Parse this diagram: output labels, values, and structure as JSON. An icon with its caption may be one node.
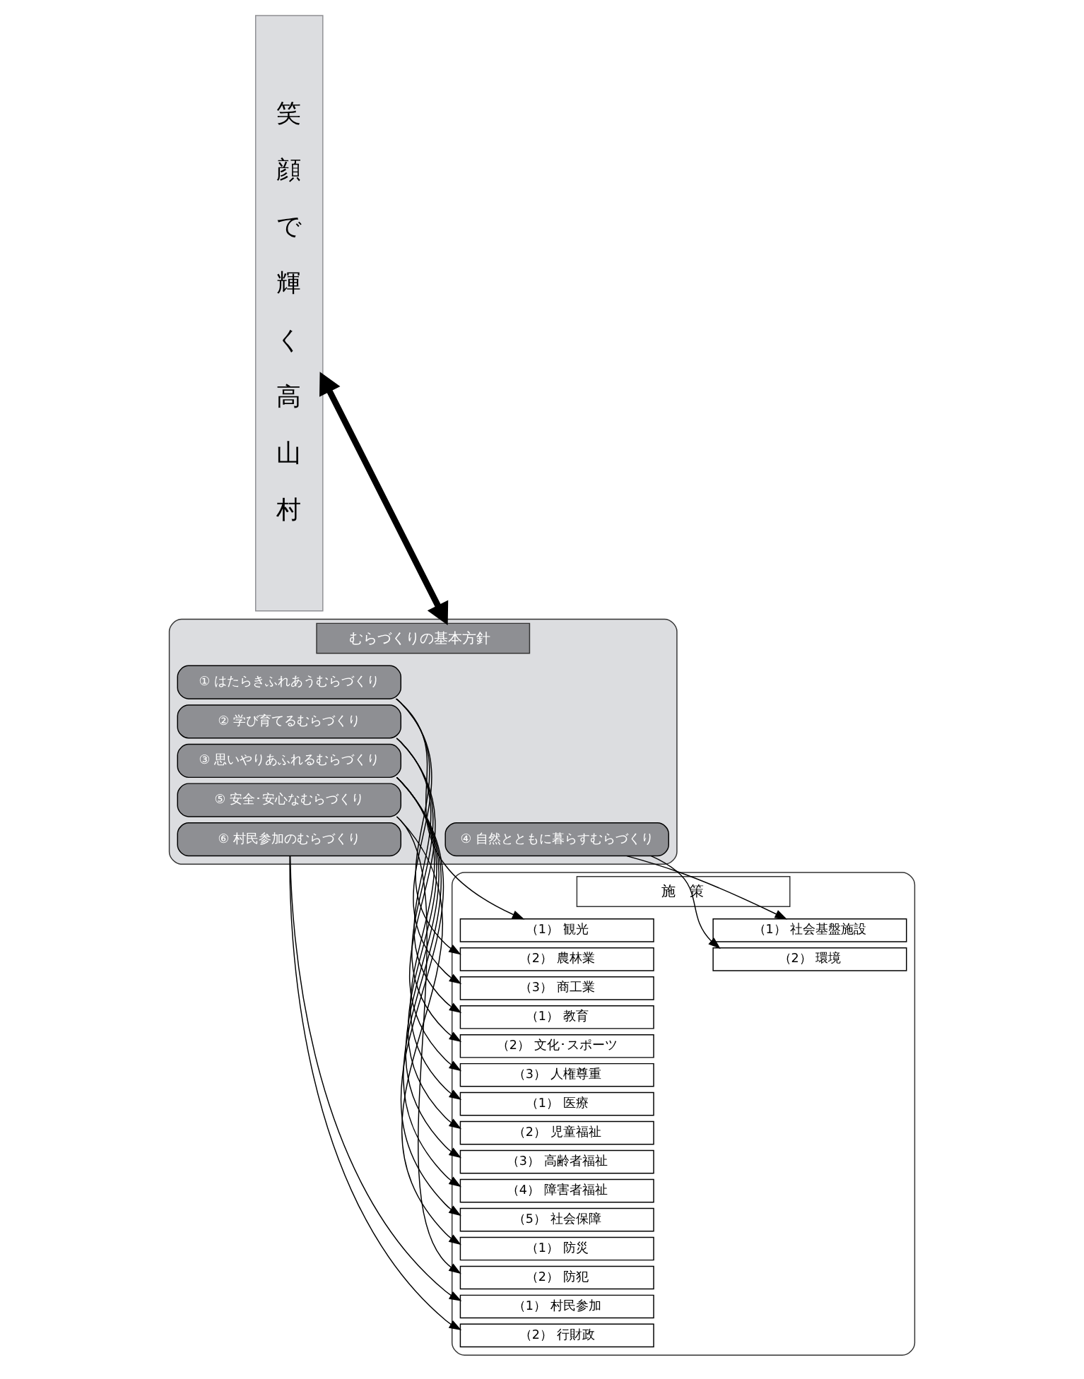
{
  "diagram": {
    "nodes": [
      {
        "text": [
          "笑顔で輝く高山村"
        ]
      },
      {
        "text": [
          "むらづくりの基本方針"
        ]
      },
      {
        "text": [
          "① はたらきふれあうむらづくり"
        ],
        "in": 1
      },
      {
        "text": [
          "② 学び育てるむらづくり"
        ],
        "in": 1
      },
      {
        "text": [
          "③ 思いやりあふれるむらづくり"
        ],
        "in": 1
      },
      {
        "text": [
          "④ 自然とともに暮らすむらづくり"
        ],
        "in": 1
      },
      {
        "text": [
          "⑤ 安全･安心なむらづくり"
        ],
        "in": 1
      },
      {
        "text": [
          "⑥ 村民参加のむらづくり"
        ],
        "in": 1
      },
      {
        "text": [
          "施　策"
        ]
      },
      {
        "text": [
          "（1） 観光"
        ],
        "in": 8
      },
      {
        "text": [
          "（2） 農林業"
        ],
        "in": 8
      },
      {
        "text": [
          "（3） 商工業"
        ],
        "in": 8
      },
      {
        "text": [
          "（1） 教育"
        ],
        "in": 8
      },
      {
        "text": [
          "（2） 文化･スポーツ"
        ],
        "in": 8
      },
      {
        "text": [
          "（3） 人権尊重"
        ],
        "in": 8
      },
      {
        "text": [
          "（1） 医療"
        ],
        "in": 8
      },
      {
        "text": [
          "（2） 児童福祉"
        ],
        "in": 8
      },
      {
        "text": [
          "（3） 高齢者福祉"
        ],
        "in": 8
      },
      {
        "text": [
          "（4） 障害者福祉"
        ],
        "in": 8
      },
      {
        "text": [
          "（5） 社会保障"
        ],
        "in": 8
      },
      {
        "text": [
          "（1） 社会基盤施設"
        ],
        "in": 8
      },
      {
        "text": [
          "（2） 環境"
        ],
        "in": 8
      },
      {
        "text": [
          "（1） 防災"
        ],
        "in": 8
      },
      {
        "text": [
          "（2） 防犯"
        ],
        "in": 8
      },
      {
        "text": [
          "（1） 村民参加"
        ],
        "in": 8
      },
      {
        "text": [
          "（2） 行財政"
        ],
        "in": 8
      }
    ],
    "edges": [
      {
        "from": 0,
        "to": 1,
        "arrow": "both",
        "style": "thick"
      },
      {
        "from": 2,
        "to": 9,
        "arrow": "to"
      },
      {
        "from": 2,
        "to": 10,
        "arrow": "to"
      },
      {
        "from": 2,
        "to": 11,
        "arrow": "to"
      },
      {
        "from": 3,
        "to": 12,
        "arrow": "to"
      },
      {
        "from": 3,
        "to": 13,
        "arrow": "to"
      },
      {
        "from": 3,
        "to": 14,
        "arrow": "to"
      },
      {
        "from": 4,
        "to": 15,
        "arrow": "to"
      },
      {
        "from": 4,
        "to": 16,
        "arrow": "to"
      },
      {
        "from": 4,
        "to": 17,
        "arrow": "to"
      },
      {
        "from": 4,
        "to": 18,
        "arrow": "to"
      },
      {
        "from": 4,
        "to": 19,
        "arrow": "to"
      },
      {
        "from": 5,
        "to": 20,
        "arrow": "to"
      },
      {
        "from": 5,
        "to": 21,
        "arrow": "to"
      },
      {
        "from": 6,
        "to": 22,
        "arrow": "to"
      },
      {
        "from": 6,
        "to": 23,
        "arrow": "to"
      },
      {
        "from": 7,
        "to": 24,
        "arrow": "to"
      },
      {
        "from": 7,
        "to": 25,
        "arrow": "to"
      }
    ]
  }
}
